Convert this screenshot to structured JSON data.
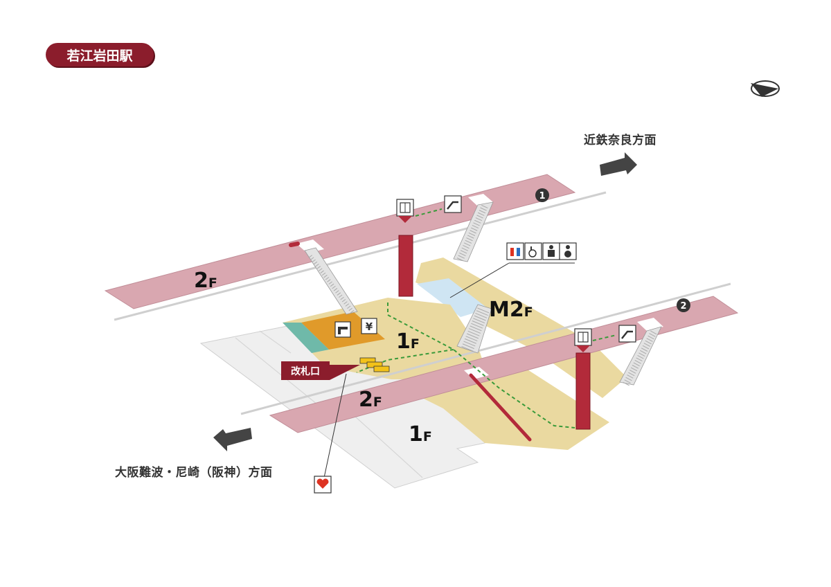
{
  "station_name": "若江岩田駅",
  "directions": {
    "nara": "近鉄奈良方面",
    "namba": "大阪難波・尼崎（阪神）方面"
  },
  "floors": {
    "upper_2f_big": "2",
    "upper_2f_small": "F",
    "lower_2f_big": "2",
    "lower_2f_small": "F",
    "m2f_big": "M2",
    "m2f_small": "F",
    "concourse_1f_big": "1",
    "concourse_1f_small": "F",
    "ground_1f_big": "1",
    "ground_1f_small": "F"
  },
  "platforms": {
    "platform1_number": "1",
    "platform2_number": "2"
  },
  "gate_label": "改札口",
  "yen_symbol": "¥",
  "colors": {
    "platform": "#d9a7b0",
    "mezzanine": "#ead9a0",
    "restroom_area": "#cfe5f3",
    "shop": "#e09a2a",
    "teal_area": "#6fb9a9",
    "ground": "#efefef",
    "elevator": "#b22a3a",
    "accent": "#8b1d2c",
    "route": "#3a9a3a"
  },
  "icons": [
    "elevator-icon",
    "escalator-icon",
    "restroom-icon",
    "wheelchair-icon",
    "ostomate-icon",
    "baby-care-icon",
    "ticket-machine-icon",
    "yen-icon",
    "aed-icon",
    "compass-icon"
  ]
}
